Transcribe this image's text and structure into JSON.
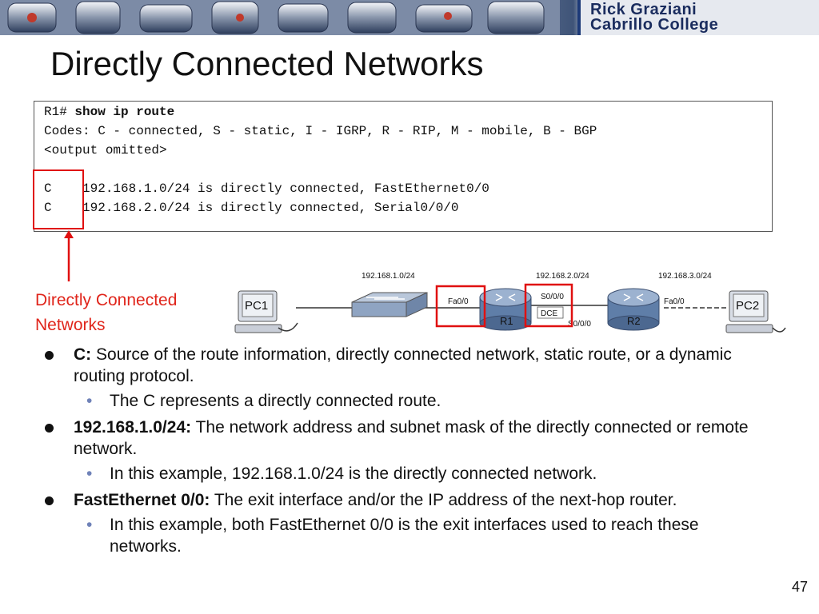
{
  "header": {
    "author_line1": "Rick Graziani",
    "author_line2": "Cabrillo College"
  },
  "slide": {
    "title": "Directly Connected Networks",
    "page_number": "47"
  },
  "terminal": {
    "prompt": "R1# ",
    "command": "show ip route",
    "codes": "Codes: C - connected, S - static, I - IGRP, R - RIP, M - mobile, B - BGP",
    "omitted": "<output omitted>",
    "routes": [
      {
        "code": "C",
        "text": "192.168.1.0/24 is directly connected, FastEthernet0/0"
      },
      {
        "code": "C",
        "text": "192.168.2.0/24 is directly connected, Serial0/0/0"
      }
    ]
  },
  "callout": {
    "line1": "Directly Connected",
    "line2": "Networks"
  },
  "topology": {
    "net1": "192.168.1.0/24",
    "net2": "192.168.2.0/24",
    "net3": "192.168.3.0/24",
    "pc1": "PC1",
    "pc2": "PC2",
    "r1": "R1",
    "r2": "R2",
    "r1_fa": "Fa0/0",
    "r1_s": "S0/0/0",
    "dce": "DCE",
    "r2_s": "S0/0/0",
    "r2_fa": "Fa0/0"
  },
  "bullets": [
    {
      "bold": "C:",
      "text": " Source of the route information, directly connected network, static route, or a dynamic routing protocol.",
      "sub": "The C represents a directly connected route."
    },
    {
      "bold": "192.168.1.0/24:",
      "text": " The network address and subnet mask of the directly connected or remote network.",
      "sub": "In this example, 192.168.1.0/24 is the directly connected network."
    },
    {
      "bold": "FastEthernet 0/0:",
      "text": " The exit interface and/or the IP address of the next-hop router.",
      "sub": "In this example, both FastEthernet 0/0 is the exit interfaces used to reach these networks."
    }
  ]
}
